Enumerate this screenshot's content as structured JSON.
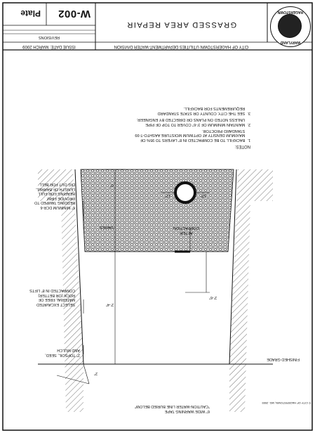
{
  "title_block": {
    "plate_label": "Plate",
    "plate_number": "W-002",
    "title": "GRASSED AREA REPAIR",
    "revisions_label": "REVISIONS",
    "issue_date": "ISSUE DATE: MARCH 2009",
    "city_line": "CITY OF HAGERSTOWN UTILITIES DEPARTMENT-WATER DIVISION",
    "seal_top": "MARYLAND",
    "seal_bottom": "HAGERSTOWN"
  },
  "notes": {
    "heading": "NOTES:",
    "items": [
      "1.  BACKFILL TO BE COMPACTED IN 8\" LAYERS TO 95% OF\n     MAXIMUM DENSITY AT OPTIMUM MOISTURE AASHTO-T-99\n     STANDARD PROCTOR.",
      "2.  MAINTAIN MINIMUM OF 3'-6\" COVER TO TOP OF PIPE\n     UNLESS NOTED ON PLANS OR DIRECTED BY ENGINEER.",
      "3.  SEE THE CITY, COUNTY OR STATE STANDARD\n     REQUIREMENTS FOR BACKFILL."
    ]
  },
  "labels": {
    "bedding": "6\" MINIMUM DCR-6\nBEDDING TAMPED TO\nPROVIDE FIRM\nBEARING FOR FULL\nLENGTH OF BARREL.\nDIG OUT FOR BELL",
    "select_backfill": "SELECT EXCAVATED\nMATERIAL FREE OF\nROCK (OR BETTER)\nCOMPACTED IN 8\" LIFTS",
    "topsoil": "2\" TOPSOIL, SEED,\nAND MULCH",
    "finished_grade": "FINISHED GRADE",
    "warning_tape": "6\" WIDE WARNING TAPE\n\"CAUTION-WATER LINE BURIED BELOW\"",
    "after_compaction": "AFTER\nCOMPACTION",
    "dim_varies": "VARIES",
    "dim_6in": "6\"",
    "dim_2_4": "2'-4\"",
    "dim_2_6": "2'-6\"",
    "dim_2in": "2\"",
    "dim_12a": "12\"",
    "dim_12b": "12\"",
    "copyright": "© CITY OF HAGERSTOWN, MD. 2009"
  }
}
